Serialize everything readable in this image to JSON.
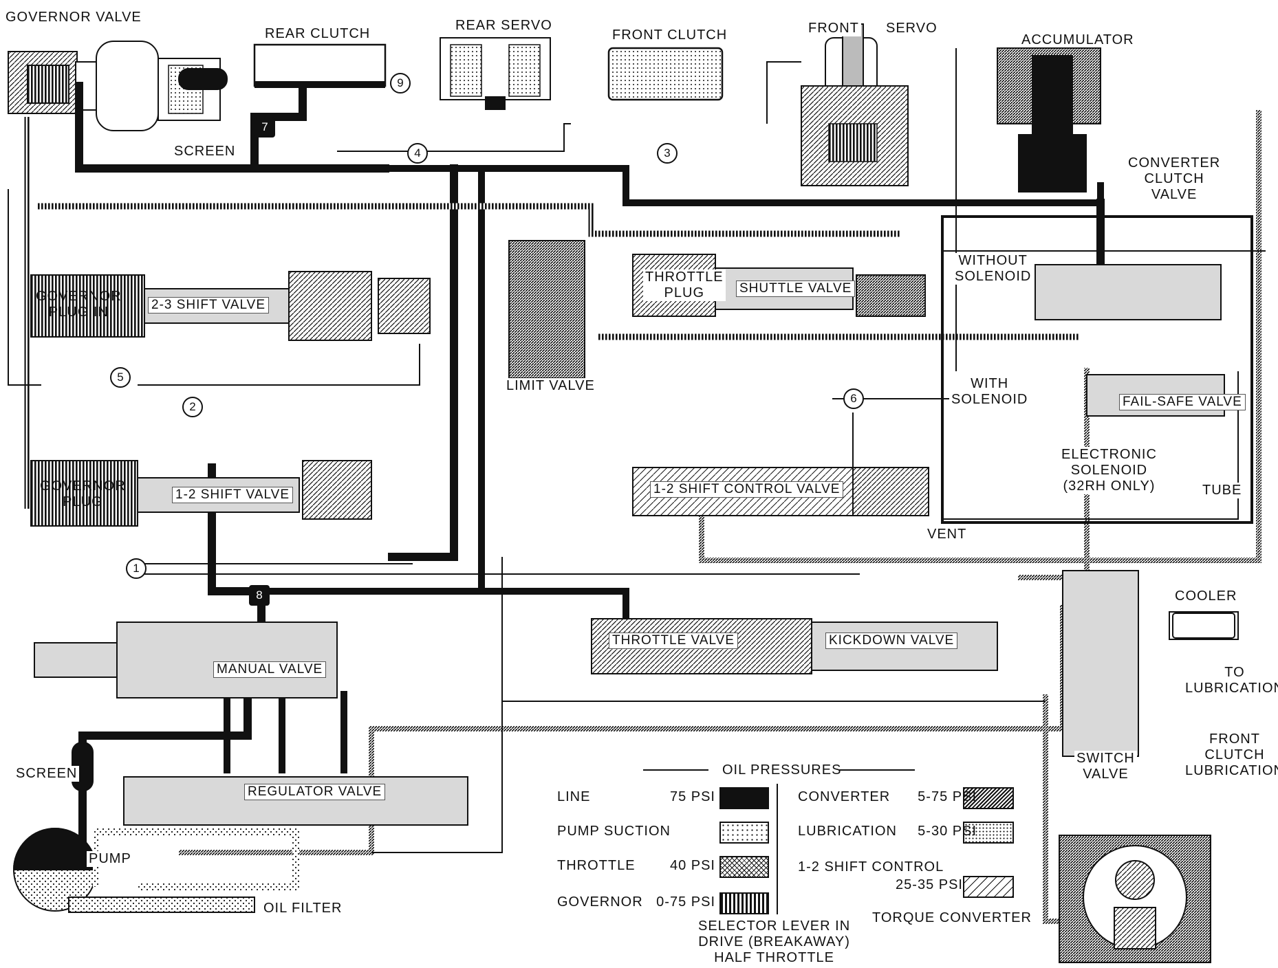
{
  "labels": {
    "governor_valve": "GOVERNOR VALVE",
    "rear_clutch": "REAR CLUTCH",
    "rear_servo": "REAR SERVO",
    "front_clutch": "FRONT CLUTCH",
    "front": "FRONT",
    "servo": "SERVO",
    "accumulator": "ACCUMULATOR",
    "screen_top": "SCREEN",
    "converter_clutch_valve": [
      "CONVERTER",
      "CLUTCH",
      "VALVE"
    ],
    "without_solenoid": [
      "WITHOUT",
      "SOLENOID"
    ],
    "with_solenoid": [
      "WITH",
      "SOLENOID"
    ],
    "electronic_solenoid": [
      "ELECTRONIC",
      "SOLENOID",
      "(32RH ONLY)"
    ],
    "tube": "TUBE",
    "vent": "VENT",
    "cooler": "COOLER",
    "to_lubrication": [
      "TO",
      "LUBRICATION"
    ],
    "front_clutch_lubrication": [
      "FRONT",
      "CLUTCH",
      "LUBRICATION"
    ],
    "switch_valve": [
      "SWITCH",
      "VALVE"
    ],
    "screen_bottom": "SCREEN",
    "pump": "PUMP",
    "oil_filter": "OIL FILTER",
    "torque_converter": "TORQUE CONVERTER",
    "selector_caption": [
      "SELECTOR LEVER IN",
      "DRIVE (BREAKAWAY)",
      "HALF THROTTLE"
    ]
  },
  "valves": {
    "governor_plug_in": [
      "GOVERNOR",
      "PLUG IN"
    ],
    "shift_2_3": "2-3 SHIFT VALVE",
    "limit": "LIMIT VALVE",
    "throttle_plug": [
      "THROTTLE",
      "PLUG"
    ],
    "shuttle": "SHUTTLE VALVE",
    "fail_safe": "FAIL-SAFE VALVE",
    "governor_plug": [
      "GOVERNOR",
      "PLUG"
    ],
    "shift_1_2": "1-2 SHIFT VALVE",
    "shift_control_1_2": "1-2 SHIFT CONTROL VALVE",
    "manual": "MANUAL VALVE",
    "throttle": "THROTTLE VALVE",
    "kickdown": "KICKDOWN VALVE",
    "regulator": "REGULATOR VALVE"
  },
  "check_balls": [
    "1",
    "2",
    "3",
    "4",
    "5",
    "6",
    "7",
    "8",
    "9"
  ],
  "legend": {
    "title": "OIL PRESSURES",
    "left": [
      {
        "name": "LINE",
        "psi": "75 PSI",
        "pattern": "solid"
      },
      {
        "name": "PUMP SUCTION",
        "psi": "",
        "pattern": "dots"
      },
      {
        "name": "THROTTLE",
        "psi": "40 PSI",
        "pattern": "crosshatch"
      },
      {
        "name": "GOVERNOR",
        "psi": "0-75 PSI",
        "pattern": "vertical-bars"
      }
    ],
    "right": [
      {
        "name": "CONVERTER",
        "psi": "5-75 PSI",
        "pattern": "dense-hatch"
      },
      {
        "name": "LUBRICATION",
        "psi": "5-30 PSI",
        "pattern": "grid-dots"
      },
      {
        "name": "1-2 SHIFT CONTROL",
        "psi": "25-35 PSI",
        "pattern": "diagonal"
      }
    ]
  },
  "colors": {
    "ink": "#111111",
    "paper": "#ffffff",
    "light": "#d9d9d9"
  }
}
